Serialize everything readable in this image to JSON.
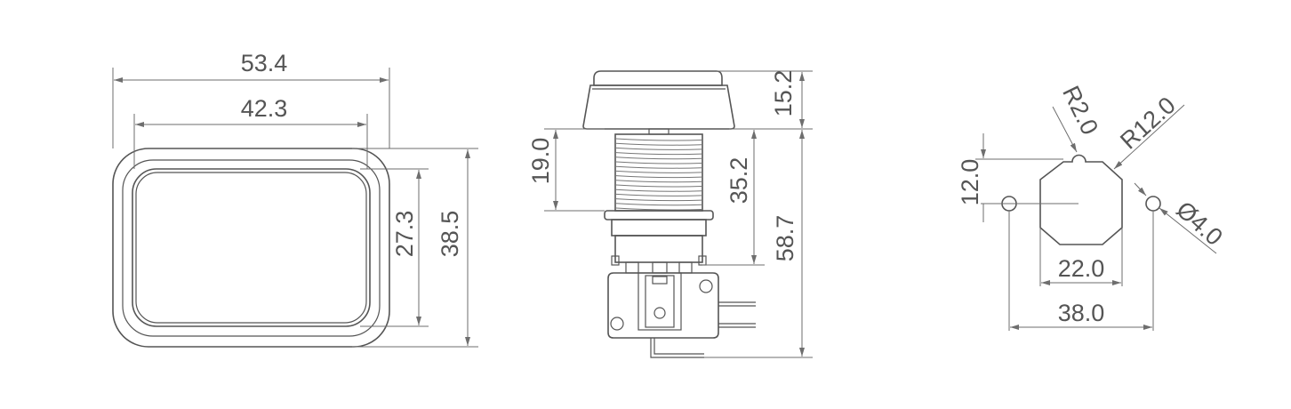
{
  "front_view": {
    "outer_width": "53.4",
    "inner_width": "42.3",
    "inner_height": "27.3",
    "outer_height": "38.5"
  },
  "side_view": {
    "cap_height": "15.2",
    "thread_length": "19.0",
    "body_length": "35.2",
    "total_height": "58.7"
  },
  "mounting_hole": {
    "notch_radius": "R2.0",
    "hole_radius": "R12.0",
    "flat_height": "12.0",
    "pin_hole_diameter": "Ø4.0",
    "flat_width": "22.0",
    "pin_spacing": "38.0"
  },
  "colors": {
    "line": "#6e6e6e",
    "outline": "#555555",
    "text": "#555555"
  }
}
